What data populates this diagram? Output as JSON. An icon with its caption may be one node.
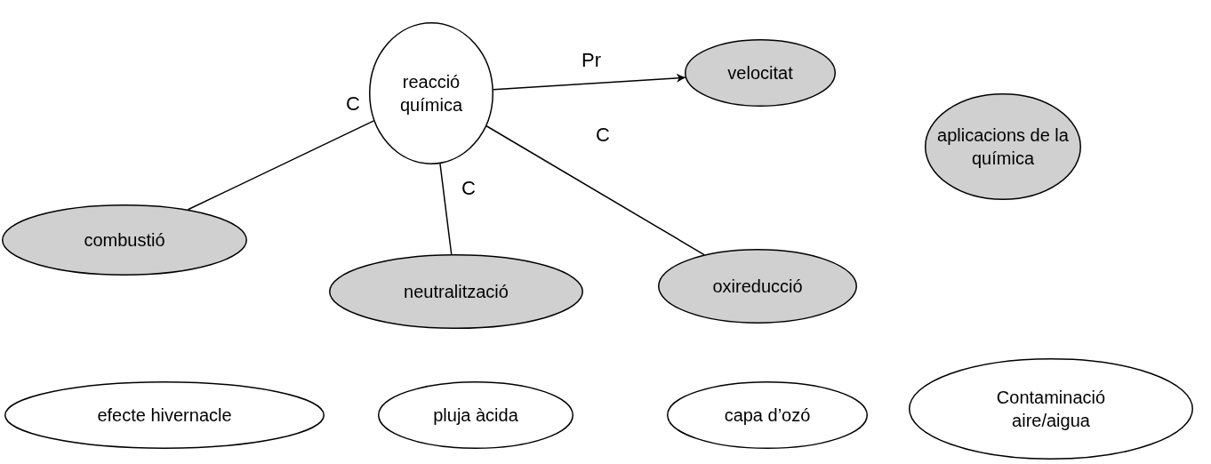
{
  "diagram": {
    "nodes": [
      {
        "text": [
          "reacció química"
        ]
      },
      {
        "text": [
          "velocitat"
        ]
      },
      {
        "text": [
          "aplicacions de la química"
        ]
      },
      {
        "text": [
          "combustió"
        ]
      },
      {
        "text": [
          "neutralització"
        ]
      },
      {
        "text": [
          "oxireducció"
        ]
      },
      {
        "text": [
          "efecte hivernacle"
        ]
      },
      {
        "text": [
          "pluja àcida"
        ]
      },
      {
        "text": [
          "capa d’ozó"
        ]
      },
      {
        "text": [
          "Contaminació aire/aigua"
        ]
      }
    ],
    "edges": [
      {
        "from": 0,
        "to": 1,
        "arrow": "to",
        "label": "Pr"
      },
      {
        "from": 0,
        "to": 3,
        "arrow": "none",
        "label": "C"
      },
      {
        "from": 0,
        "to": 4,
        "arrow": "none",
        "label": "C"
      },
      {
        "from": 0,
        "to": 5,
        "arrow": "none",
        "label": "C"
      }
    ]
  }
}
